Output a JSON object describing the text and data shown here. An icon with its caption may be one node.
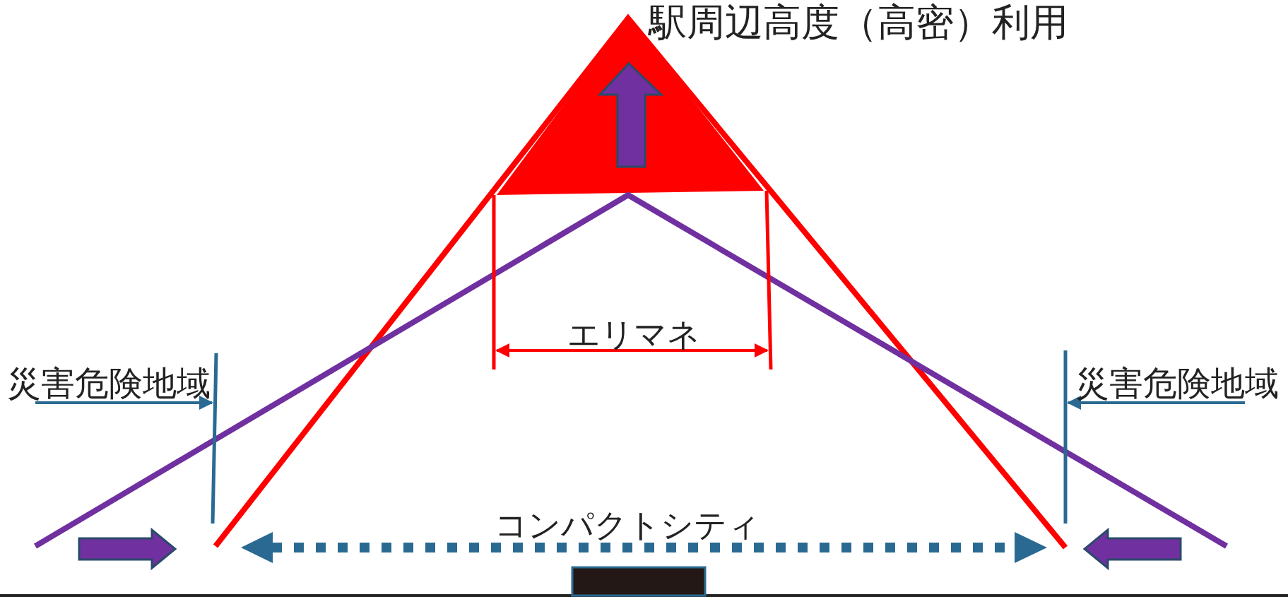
{
  "diagram": {
    "nodes": [
      {
        "text": [],
        "shape": "box"
      }
    ],
    "labels": [
      "駅周辺高度（高密）利用",
      "エリマネ",
      "災害危険地域",
      "災害危険地域",
      "コンパクトシティ"
    ]
  }
}
